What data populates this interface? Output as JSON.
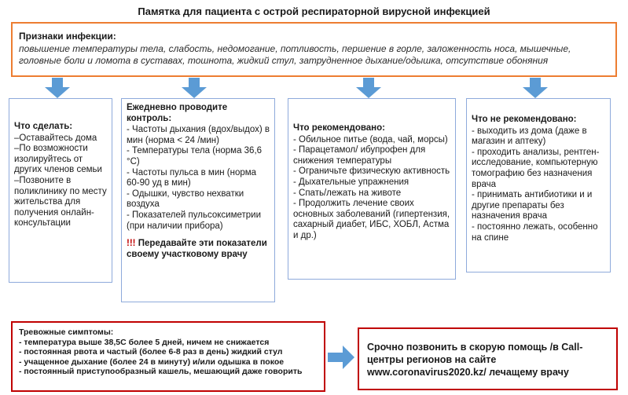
{
  "title": "Памятка для пациента с острой респираторной вирусной инфекцией",
  "signs": {
    "heading": "Признаки инфекции:",
    "text": "повышение температуры тела, слабость, недомогание, потливость, першение в горле, заложенность носа, мышечные, головные боли и ломота в суставах, тошнота, жидкий стул, затрудненное дыхание/одышка, отсутствие обоняния"
  },
  "what_to_do": {
    "heading": "Что сделать:",
    "items": [
      "–Оставайтесь дома",
      "–По возможности изолируйтесь от других членов семьи",
      "–Позвоните в поликлинику по месту жительства для получения онлайн-консультации"
    ]
  },
  "daily_control": {
    "heading": "Ежедневно проводите контроль:",
    "items": [
      "- Частоты дыхания (вдох/выдох) в мин (норма < 24 /мин)",
      "- Температуры тела (норма 36,6 °C)",
      "- Частоты пульса в мин (норма 60-90 уд в мин)",
      "- Одышки, чувство нехватки воздуха",
      "- Показателей пульсоксиметрии (при наличии прибора)"
    ],
    "pass_mark": "!!!",
    "pass_text": "Передавайте эти показатели своему участковому врачу"
  },
  "recommended": {
    "heading": "Что рекомендовано:",
    "items": [
      "- Обильное питье (вода, чай, морсы)",
      "- Парацетамол/ ибупрофен для снижения температуры",
      "- Ограничьте физическую активность",
      "- Дыхательные упражнения",
      "- Спать/лежать на животе",
      "- Продолжить лечение своих основных заболеваний (гипертензия, сахарный диабет, ИБС, ХОБЛ, Астма и др.)"
    ]
  },
  "not_recommended": {
    "heading": "Что не рекомендовано:",
    "items": [
      "- выходить из дома (даже в магазин и аптеку)",
      "- проходить анализы, рентген-исследование, компьютерную томографию без назначения врача",
      "- принимать антибиотики и и другие препараты без назначения врача",
      "- постоянно лежать, особенно на спине"
    ]
  },
  "alarm": {
    "heading": "Тревожные симптомы:",
    "items": [
      "- температура выше 38,5С более 5 дней, ничем не снижается",
      "- постоянная рвота и частый (более 6-8 раз в день) жидкий стул",
      "- учащенное дыхание (более 24 в минуту) и/или одышка в покое",
      "- постоянный приступообразный кашель, мешающий даже говорить"
    ]
  },
  "call": {
    "text": "Срочно позвонить в скорую помощь /в Call-центры регионов на сайте www.coronavirus2020.kz/ лечащему врачу"
  },
  "colors": {
    "arrow": "#5b9bd5",
    "top_border": "#ed7d31",
    "box_border": "#8eaadb",
    "alarm_border": "#c00000"
  }
}
